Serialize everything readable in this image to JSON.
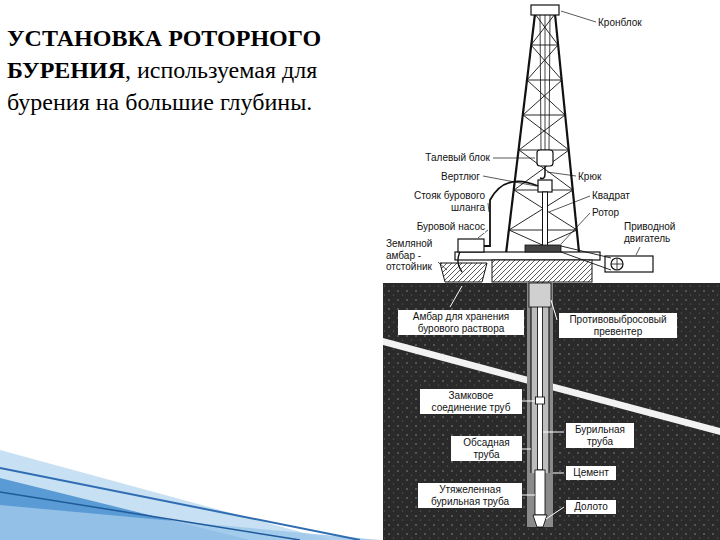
{
  "diagram": {
    "title": "УСТАНОВКА РОТОРНОГО БУРЕНИЯ",
    "caption": ", используемая для бурения на большие глубины.",
    "labels": [
      "Кронблок",
      "Талевый блок",
      "Вертлюг",
      "Крюк",
      "Стояк бурового шланга",
      "Квадрат",
      "Буровой насос",
      "Ротор",
      "Приводной двигатель",
      "Земляной амбар - отстойник",
      "Амбар для хранения бурового раствора",
      "Противовыбросовый превентер",
      "Замковое соединение труб",
      "Бурильная труба",
      "Обсадная труба",
      "Цемент",
      "Утяжеленная бурильная труба",
      "Долото"
    ]
  }
}
